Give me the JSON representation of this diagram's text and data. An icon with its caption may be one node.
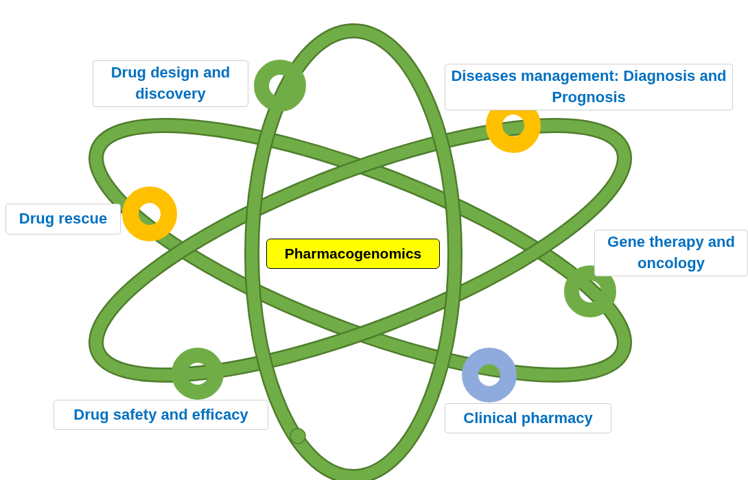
{
  "diagram": {
    "nodes": [
      {
        "text": [
          "Pharmacogenomics"
        ]
      },
      {
        "text": [
          "Drug design and discovery"
        ]
      },
      {
        "text": [
          "Diseases management: Diagnosis and Prognosis"
        ]
      },
      {
        "text": [
          "Drug rescue"
        ]
      },
      {
        "text": [
          "Gene therapy and oncology"
        ]
      },
      {
        "text": [
          "Drug safety and efficacy"
        ]
      },
      {
        "text": [
          "Clinical pharmacy"
        ]
      }
    ]
  }
}
